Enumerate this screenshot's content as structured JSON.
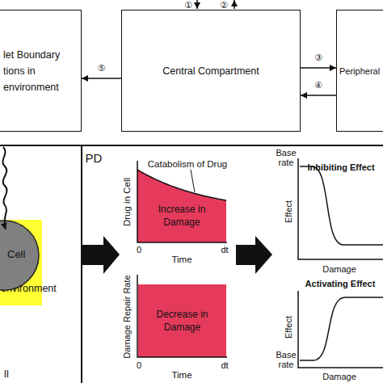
{
  "diagram": {
    "nodes": [
      {
        "text": [
          "let Boundary tions in environment"
        ]
      },
      {
        "text": [
          "Central Compartment"
        ]
      },
      {
        "text": [
          "Peripheral"
        ]
      },
      {
        "text": [
          "environment"
        ]
      },
      {
        "text": [
          "Cell"
        ],
        "in": 3
      },
      {
        "text": [
          "Increase in Damage"
        ]
      },
      {
        "text": [
          "Decrease in Damage"
        ]
      }
    ],
    "edges": [
      {
        "from": 1,
        "to": 0,
        "label": "⑤",
        "arrow": "to"
      },
      {
        "from": 1,
        "to": 2,
        "label": "③",
        "arrow": "to"
      },
      {
        "from": 2,
        "to": 1,
        "label": "④",
        "arrow": "to"
      }
    ],
    "labels": [
      "①",
      "②",
      "PD",
      "Catabolism of Drug",
      "Drug in Cell",
      "0",
      "dt",
      "Time",
      "Damage Repair Rate",
      "0",
      "dt",
      "Time",
      "Base rate",
      "Inhibiting Effect",
      "Effect",
      "Damage",
      "Activating Effect",
      "Effect",
      "Base rate",
      "Damage",
      "ll"
    ]
  }
}
